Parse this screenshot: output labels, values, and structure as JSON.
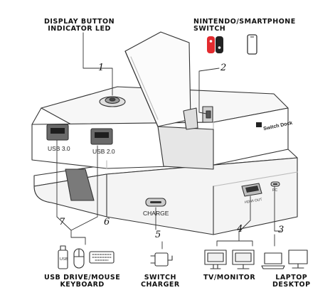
{
  "callouts": {
    "display_button": {
      "line1": "DISPLAY BUTTON",
      "line2": "INDICATOR LED",
      "number": "1"
    },
    "nintendo_switch": {
      "line1": "NINTENDO/SMARTPHONE",
      "line2": "SWITCH",
      "number": "2"
    },
    "pc_port": {
      "number": "3"
    },
    "hdmi_port": {
      "number": "4"
    },
    "charge_port": {
      "number": "5"
    },
    "usb_20": {
      "number": "6"
    },
    "usb_30": {
      "number": "7"
    }
  },
  "ports": {
    "usb30": "USB 3.0",
    "usb20": "USB 2.0",
    "charge": "CHARGE",
    "hdmi": "HDMI OUT",
    "pc": "PC"
  },
  "device_logo": "Switch Dock",
  "icon_labels": {
    "usb": "USB",
    "usb_devices": {
      "line1": "USB DRIVE/MOUSE",
      "line2": "KEYBOARD"
    },
    "charger": {
      "line1": "SWITCH",
      "line2": "CHARGER"
    },
    "tv": "TV/MONITOR",
    "laptop": {
      "line1": "LAPTOP",
      "line2": "DESKTOP"
    }
  },
  "colors": {
    "switch_red": "#e32b2f",
    "switch_dark": "#222222",
    "line": "#333333"
  }
}
